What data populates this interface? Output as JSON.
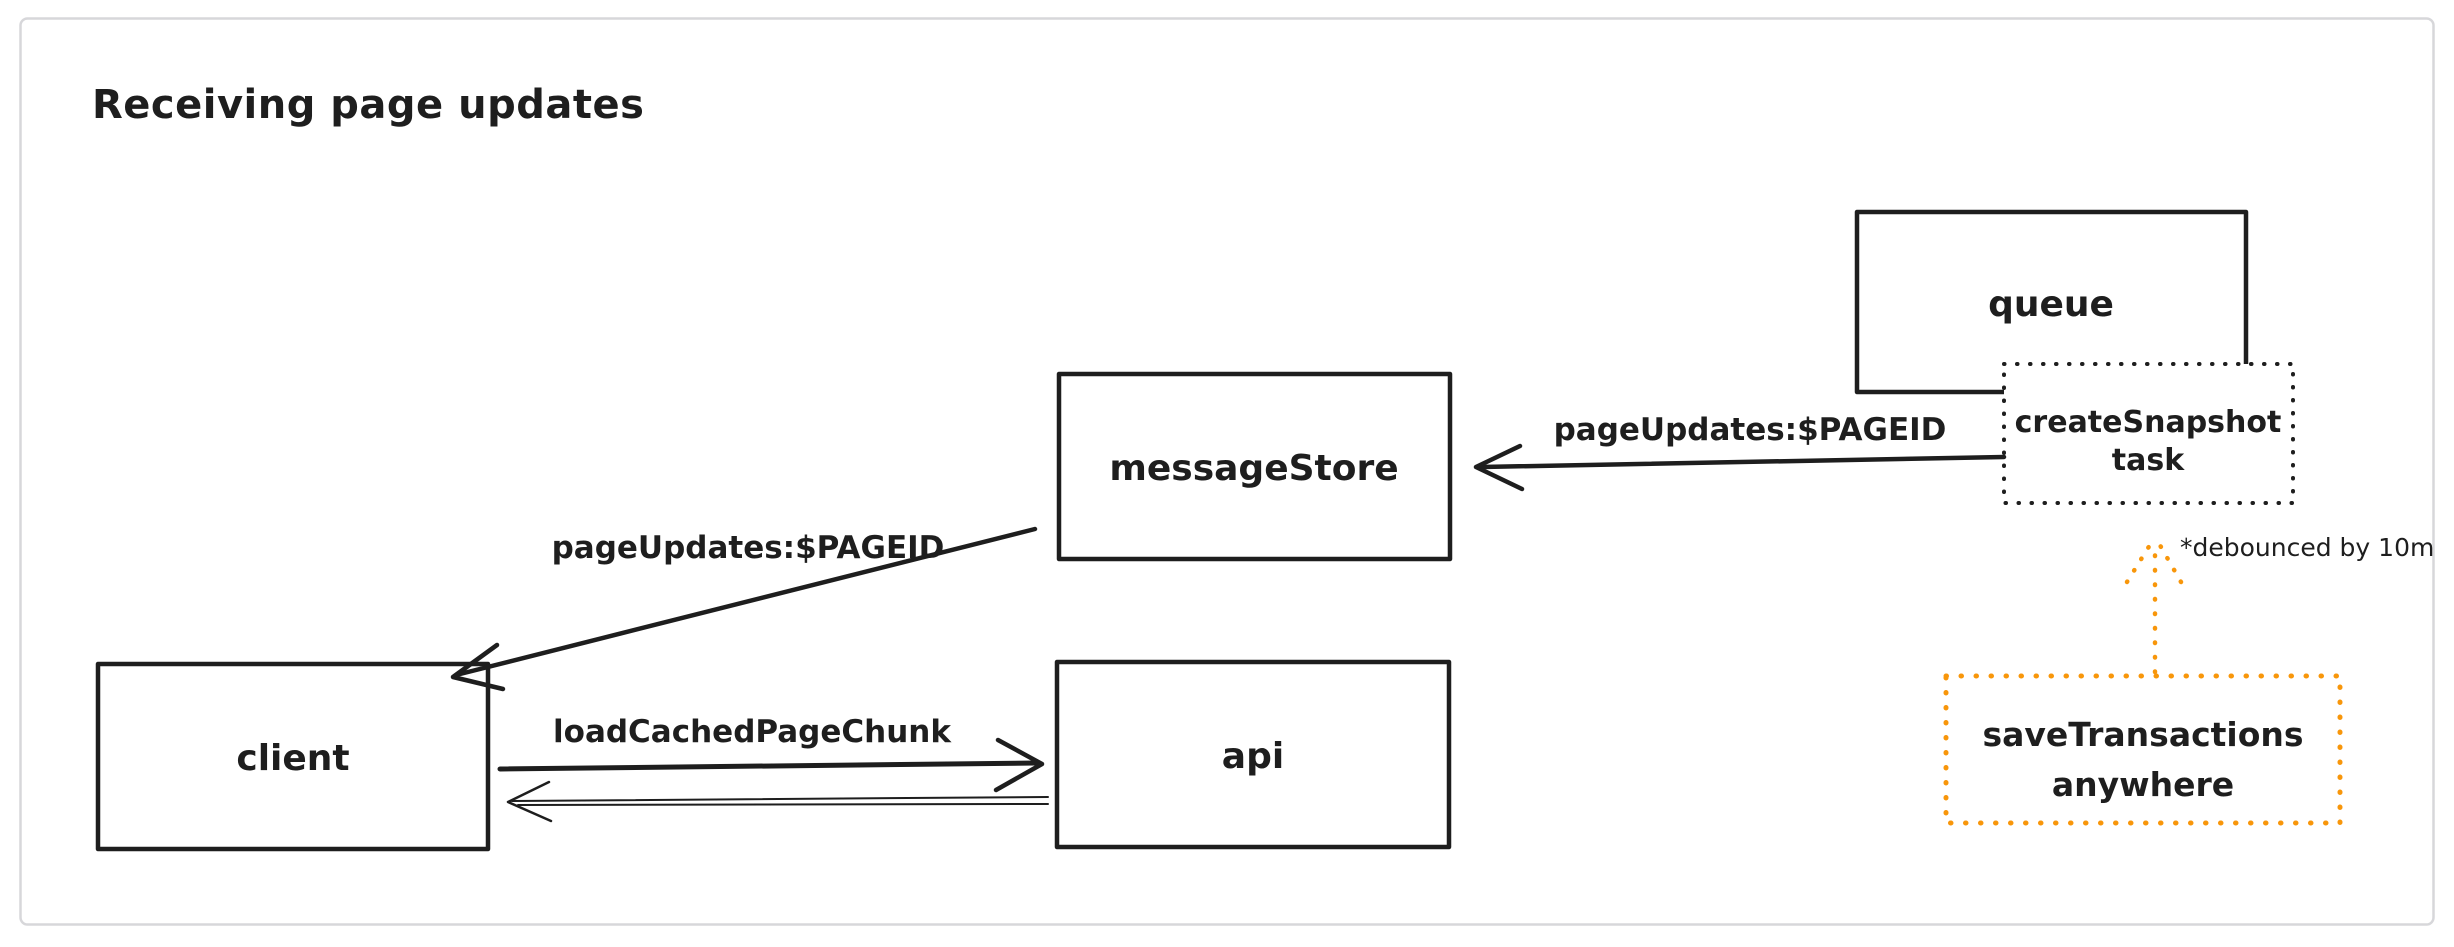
{
  "diagram": {
    "title": "Receiving page updates",
    "nodes": {
      "queue": {
        "label": "queue"
      },
      "createSnapshotTask": {
        "line1": "createSnapshot",
        "line2": "task"
      },
      "messageStore": {
        "label": "messageStore"
      },
      "client": {
        "label": "client"
      },
      "api": {
        "label": "api"
      },
      "saveTransactions": {
        "line1": "saveTransactions",
        "line2": "anywhere"
      }
    },
    "edges": {
      "taskToMessageStore": {
        "label": "pageUpdates:$PAGEID"
      },
      "messageStoreToClient": {
        "label": "pageUpdates:$PAGEID"
      },
      "clientToApi": {
        "label": "loadCachedPageChunk"
      },
      "saveTransactionsToTask": {
        "note": "*debounced by 10m"
      }
    },
    "colors": {
      "stroke": "#1e1e1e",
      "accent": "#f8960a",
      "frame": "#d7d7da"
    }
  }
}
